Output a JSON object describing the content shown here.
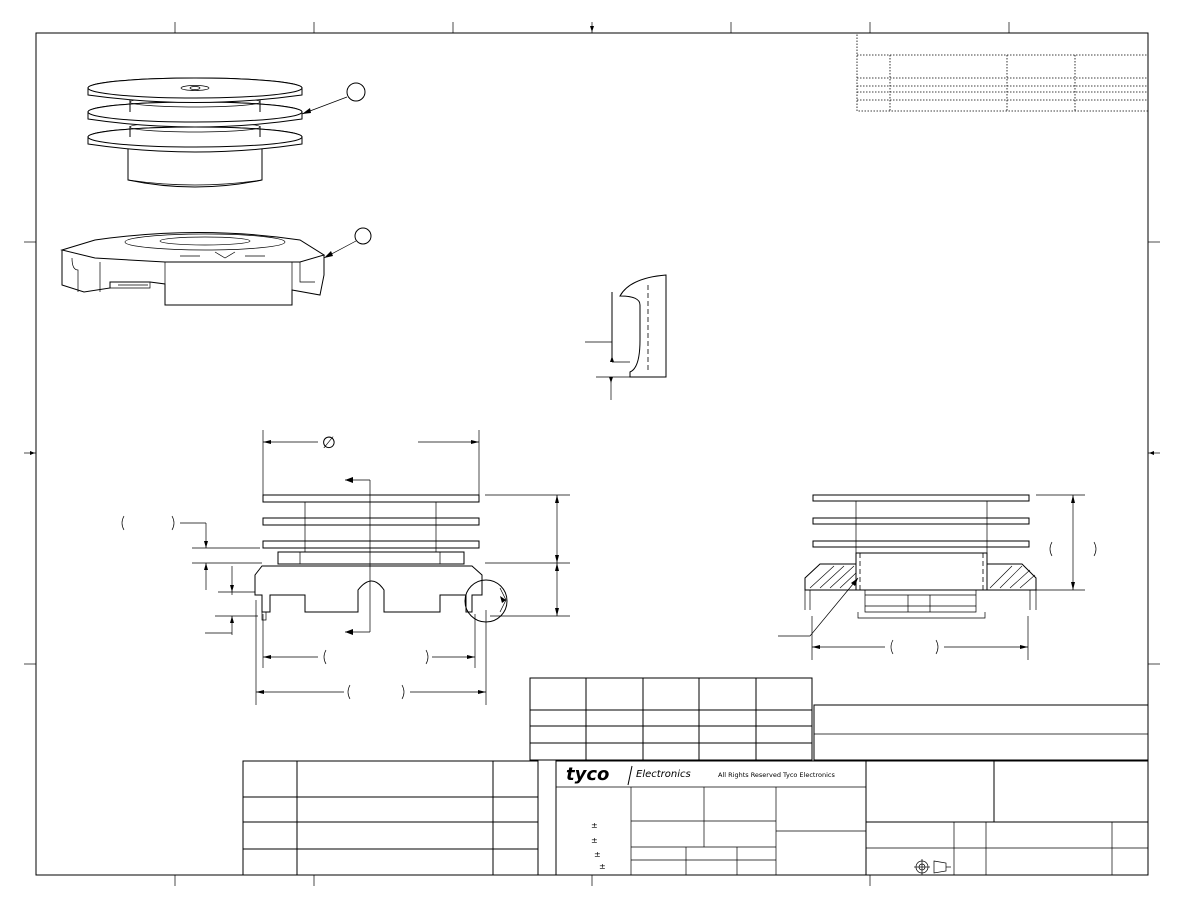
{
  "title_block": {
    "company_logo": "tyco",
    "company_division": "Electronics",
    "rights_notice": "All Rights Reserved Tyco Electronics"
  },
  "symbols": {
    "diameter": "∅",
    "tolerance_1": "±",
    "tolerance_2": "±",
    "tolerance_3": "±",
    "tolerance_4": "±",
    "projection_icon": "third-angle-projection-icon"
  }
}
